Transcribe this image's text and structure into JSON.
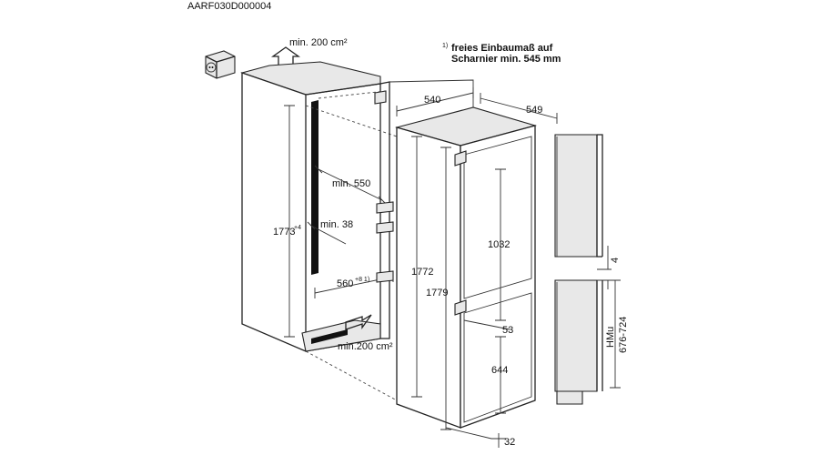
{
  "doc_code": "AARF030D000004",
  "note": {
    "marker": "1)",
    "line1": "freies Einbaumaß auf",
    "line2": "Scharnier min. 545 mm"
  },
  "labels": {
    "vent_top": "min. 200 cm²",
    "vent_bottom": "min.200 cm²",
    "min_550": "min. 550",
    "min_38": "min. 38",
    "niche_height": "1773",
    "niche_height_sup": "+4",
    "niche_width": "560",
    "niche_width_sup": "+8 1)",
    "depth_540": "540",
    "depth_549": "549",
    "height_1772": "1772",
    "height_1779": "1779",
    "door_upper": "1032",
    "gap_53": "53",
    "door_lower": "644",
    "bottom_32": "32",
    "side_4": "4",
    "hmu_label": "HMu",
    "hmu_range": "676-724"
  }
}
